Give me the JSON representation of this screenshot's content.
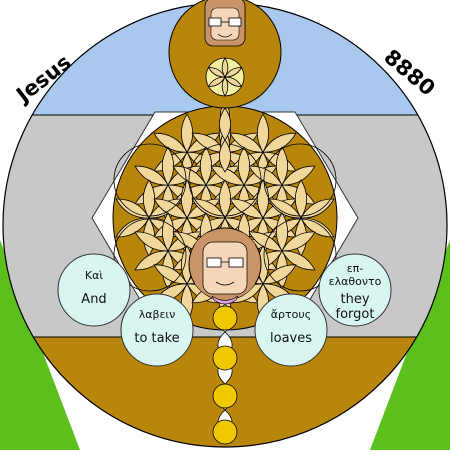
{
  "corner_labels": {
    "left": "Jesus",
    "right": "8880"
  },
  "words": [
    {
      "greek": "Καὶ",
      "english": "And"
    },
    {
      "greek": "λαβειν",
      "english": "to take"
    },
    {
      "greek": "ἄρτους",
      "english": "loaves"
    },
    {
      "greek_line1": "επ-",
      "greek_line2": "ελαθοντο",
      "english_line1": "they",
      "english_line2": "forgot"
    }
  ],
  "colors": {
    "sky": "#a8c8ee",
    "gray_band": "#c8c8c8",
    "grass": "#5bbf1c",
    "brown": "#b8860b",
    "petal": "#f2d79a",
    "bubble": "#d9f5f2",
    "gold": "#f0c800"
  },
  "figures": [
    "face-top",
    "face-center"
  ]
}
